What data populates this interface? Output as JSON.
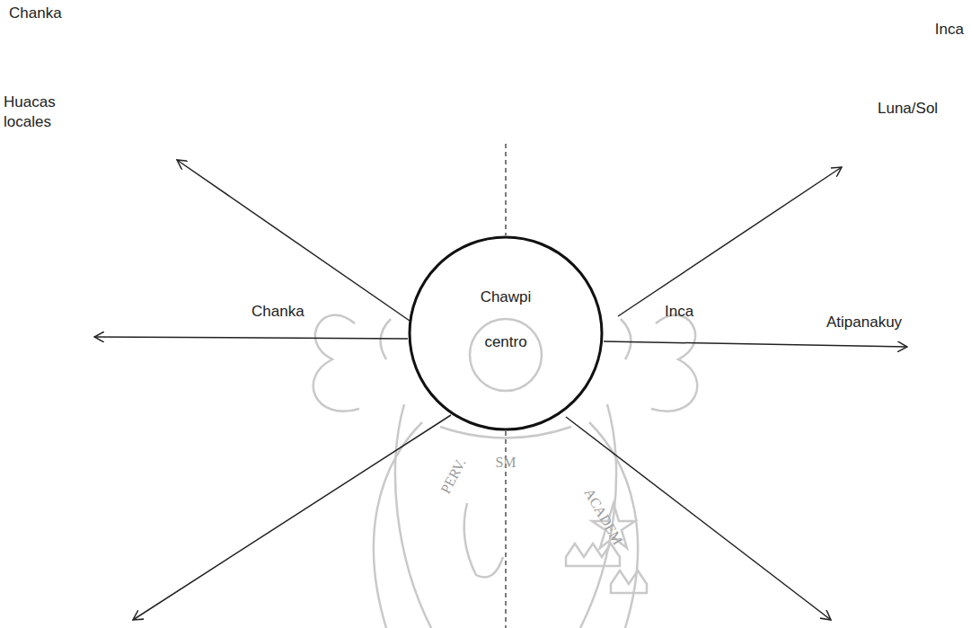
{
  "diagram": {
    "nodes": [
      {
        "text": [
          "Chawpi centro"
        ]
      }
    ],
    "labels": [
      "Chanka",
      "Inca",
      "Huacas locales",
      "Luna/Sol",
      "Chanka",
      "Inca",
      "Atipanakuy",
      "SM",
      "PERV.",
      "ACADEM"
    ]
  }
}
